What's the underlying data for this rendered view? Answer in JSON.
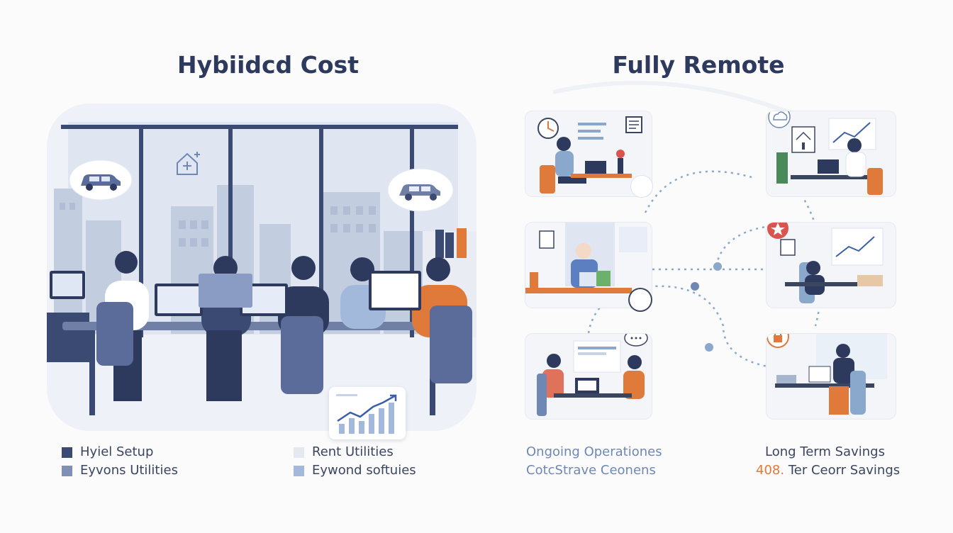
{
  "left": {
    "title": "Hybiidcd Cost",
    "legend": [
      {
        "label": "Hyiel Setup",
        "color": "#3a4a72"
      },
      {
        "label": "Eyvons Utilities",
        "color": "#8090b4"
      },
      {
        "label": "Rent Utilities",
        "color": "#e4e8f1"
      },
      {
        "label": "Eywond softuies",
        "color": "#a3b9db"
      }
    ]
  },
  "right": {
    "title": "Fully Remote",
    "labels": [
      {
        "text": "Ongoing Operationes",
        "color": "#6f88b3"
      },
      {
        "text": "CotcStrave Ceonens",
        "color": "#6f88b3"
      },
      {
        "text": "Long Term Savings",
        "color": "#3a4560"
      }
    ],
    "savings_value": "408.",
    "savings_text": "Ter Ceorr Savings",
    "savings_value_color": "#e07a3a",
    "savings_text_color": "#3a4560"
  },
  "icons": {
    "left_bubble_1": "car-icon",
    "left_bubble_2": "car-icon",
    "home_plus": "home-plus-icon",
    "growth_card": "trend-up-icon",
    "remote_icons": [
      "clock-icon",
      "document-icon",
      "cloud-icon",
      "chart-icon",
      "star-icon",
      "lock-icon",
      "chat-icon"
    ]
  }
}
